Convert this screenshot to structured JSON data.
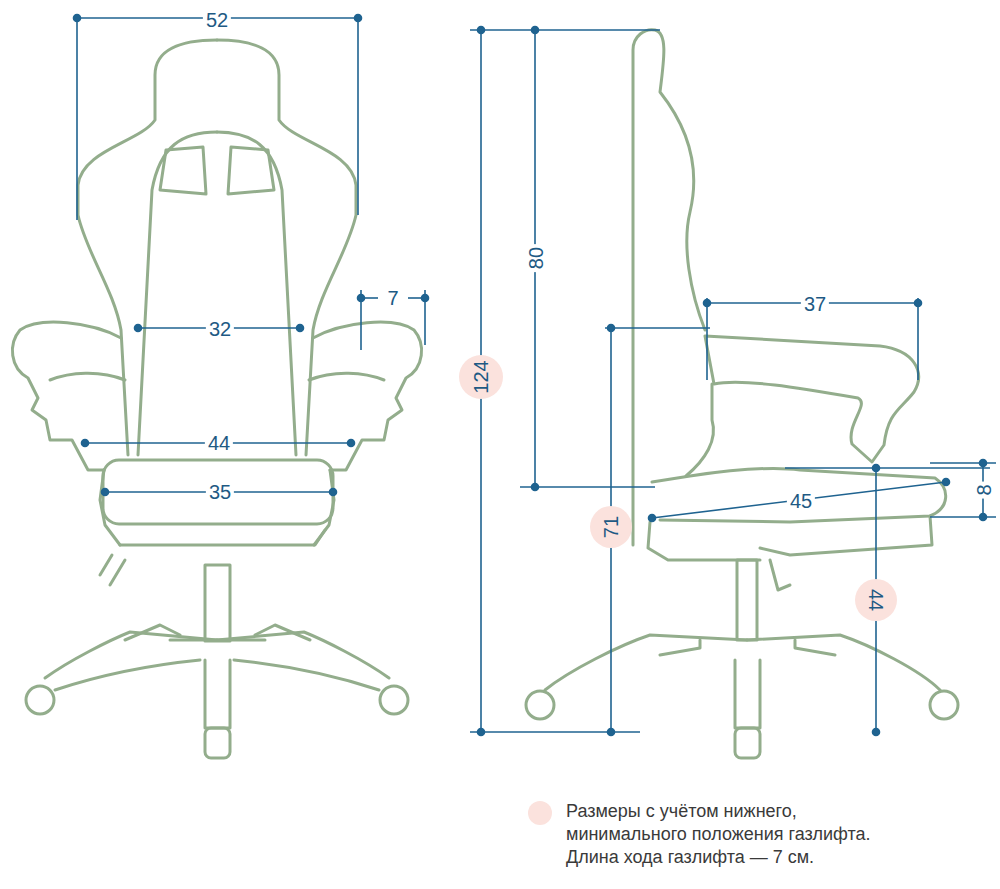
{
  "diagram": {
    "nodes": [
      {
        "text": [
          "124"
        ]
      },
      {
        "text": [
          "71"
        ]
      },
      {
        "text": [
          "44"
        ]
      }
    ],
    "labels": [
      "52",
      "7",
      "32",
      "44",
      "35",
      "80",
      "37",
      "45",
      "8"
    ],
    "legend": [
      {
        "text": "Размеры с учётом нижнего, минимального положения газлифта. Длина хода газлифта — 7 см.",
        "color": "#fbe2dd"
      }
    ]
  }
}
